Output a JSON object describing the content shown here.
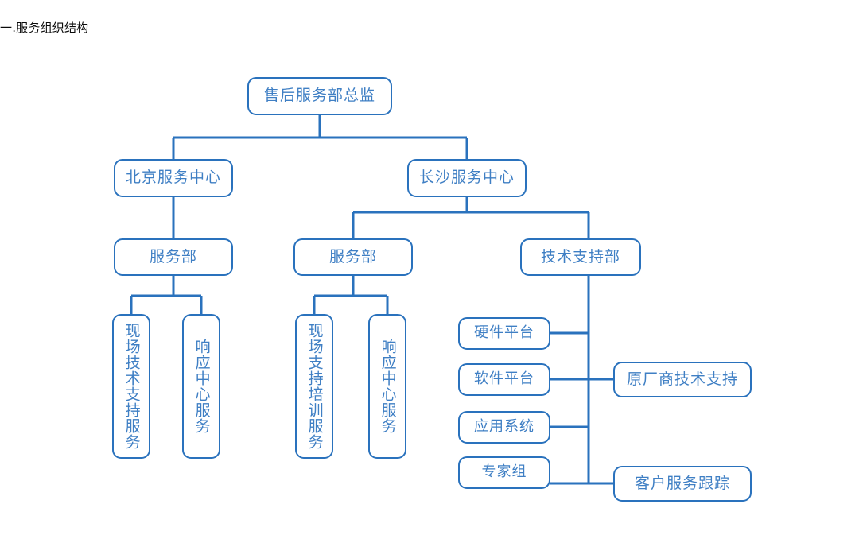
{
  "title": "一.服务组织结构",
  "theme": {
    "border_color": "#2a72bd",
    "text_color": "#3f7fc4",
    "line_color": "#2a72bd",
    "background": "#ffffff"
  },
  "chart_data": {
    "type": "diagram",
    "diagram_kind": "organization-chart",
    "title": "一.服务组织结构",
    "orientation": "top-down",
    "nodes": [
      {
        "id": "root",
        "label": "售后服务部总监",
        "level": 0,
        "orient": "horizontal"
      },
      {
        "id": "bj-center",
        "label": "北京服务中心",
        "level": 1,
        "orient": "horizontal"
      },
      {
        "id": "cs-center",
        "label": "长沙服务中心",
        "level": 1,
        "orient": "horizontal"
      },
      {
        "id": "bj-service",
        "label": "服务部",
        "level": 2,
        "orient": "horizontal"
      },
      {
        "id": "cs-service",
        "label": "服务部",
        "level": 2,
        "orient": "horizontal"
      },
      {
        "id": "cs-tech",
        "label": "技术支持部",
        "level": 2,
        "orient": "horizontal"
      },
      {
        "id": "bj-onsite",
        "label": "现场技术支持服务",
        "level": 3,
        "orient": "vertical"
      },
      {
        "id": "bj-response",
        "label": "响应中心服务",
        "level": 3,
        "orient": "vertical"
      },
      {
        "id": "cs-onsite",
        "label": "现场支持培训服务",
        "level": 3,
        "orient": "vertical"
      },
      {
        "id": "cs-response",
        "label": "响应中心服务",
        "level": 3,
        "orient": "vertical"
      },
      {
        "id": "hardware",
        "label": "硬件平台",
        "level": 3,
        "orient": "horizontal"
      },
      {
        "id": "software",
        "label": "软件平台",
        "level": 3,
        "orient": "horizontal"
      },
      {
        "id": "application",
        "label": "应用系统",
        "level": 3,
        "orient": "horizontal"
      },
      {
        "id": "experts",
        "label": "专家组",
        "level": 3,
        "orient": "horizontal"
      },
      {
        "id": "vendor-support",
        "label": "原厂商技术支持",
        "level": 3,
        "orient": "horizontal"
      },
      {
        "id": "customer-tracking",
        "label": "客户服务跟踪",
        "level": 3,
        "orient": "horizontal"
      }
    ],
    "edges": [
      {
        "from": "root",
        "to": "bj-center"
      },
      {
        "from": "root",
        "to": "cs-center"
      },
      {
        "from": "bj-center",
        "to": "bj-service"
      },
      {
        "from": "cs-center",
        "to": "cs-service"
      },
      {
        "from": "cs-center",
        "to": "cs-tech"
      },
      {
        "from": "bj-service",
        "to": "bj-onsite"
      },
      {
        "from": "bj-service",
        "to": "bj-response"
      },
      {
        "from": "cs-service",
        "to": "cs-onsite"
      },
      {
        "from": "cs-service",
        "to": "cs-response"
      },
      {
        "from": "cs-tech",
        "to": "hardware"
      },
      {
        "from": "cs-tech",
        "to": "software"
      },
      {
        "from": "cs-tech",
        "to": "application"
      },
      {
        "from": "cs-tech",
        "to": "experts"
      },
      {
        "from": "cs-tech",
        "to": "vendor-support"
      },
      {
        "from": "cs-tech",
        "to": "customer-tracking"
      }
    ]
  }
}
